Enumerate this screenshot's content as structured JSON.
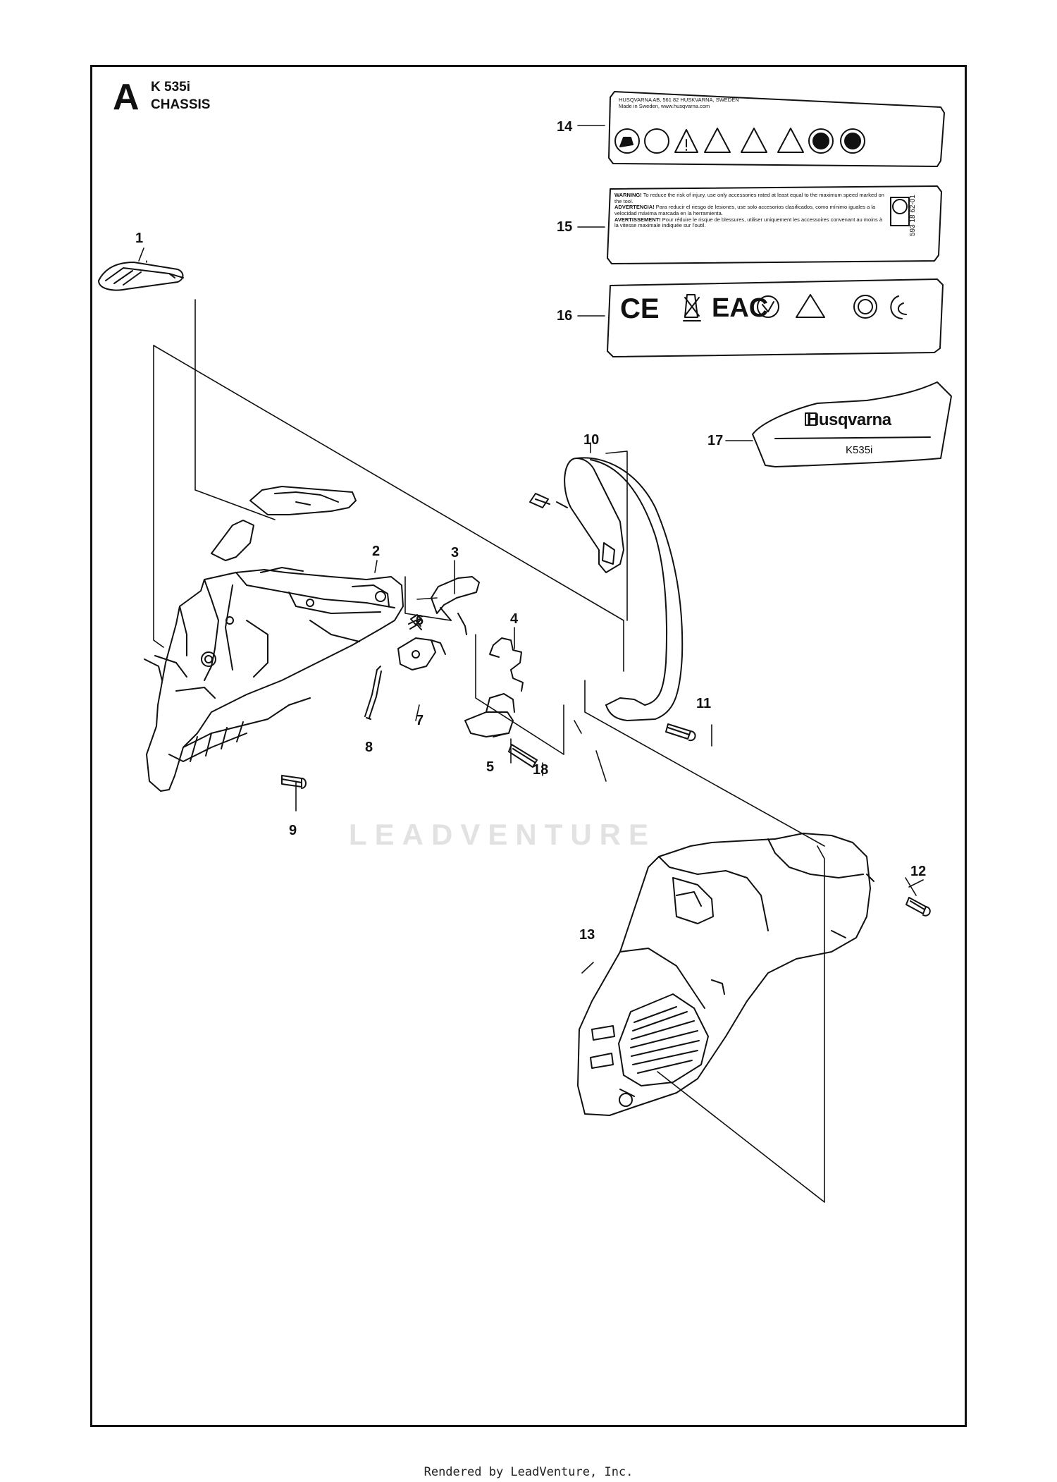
{
  "header": {
    "section_letter": "A",
    "model": "K 535i",
    "section_name": "CHASSIS"
  },
  "callouts": [
    {
      "id": "1",
      "label": "1"
    },
    {
      "id": "2",
      "label": "2"
    },
    {
      "id": "3",
      "label": "3"
    },
    {
      "id": "4",
      "label": "4"
    },
    {
      "id": "5",
      "label": "5"
    },
    {
      "id": "6",
      "label": "6"
    },
    {
      "id": "7",
      "label": "7"
    },
    {
      "id": "8",
      "label": "8"
    },
    {
      "id": "9",
      "label": "9"
    },
    {
      "id": "10",
      "label": "10"
    },
    {
      "id": "11",
      "label": "11"
    },
    {
      "id": "12",
      "label": "12"
    },
    {
      "id": "13",
      "label": "13"
    },
    {
      "id": "14",
      "label": "14"
    },
    {
      "id": "15",
      "label": "15"
    },
    {
      "id": "16",
      "label": "16"
    },
    {
      "id": "17",
      "label": "17"
    },
    {
      "id": "18",
      "label": "18"
    }
  ],
  "labels": {
    "label_14": {
      "line1": "HUSQVARNA AB, 561 82 HUSKVARNA, SWEDEN",
      "line2": "Made in Sweden, www.husqvarna.com"
    },
    "label_15": {
      "warning_title": "WARNING!",
      "warning_text": "To reduce the risk of injury, use only accessories rated at least equal to the maximum speed marked on the tool.",
      "adv_title": "ADVERTENCIA!",
      "adv_text": "Para reducir el riesgo de lesiones, use solo accesorios clasificados, como mínimo iguales a la velocidad máxima marcada en la herramienta.",
      "avert_title": "AVERTISSEMENT!",
      "avert_text": "Pour réduire le risque de blessures, utiliser uniquement les accessoires convenant au moins à la vitesse maximale indiquée sur l'outil.",
      "part_no": "593 18 62-01"
    },
    "label_16": {
      "ce": "CE",
      "eac": "EAC"
    },
    "label_17": {
      "brand": "Husqvarna",
      "model": "K535i"
    }
  },
  "watermark": "LEADVENTURE",
  "footer": "Rendered by LeadVenture, Inc."
}
